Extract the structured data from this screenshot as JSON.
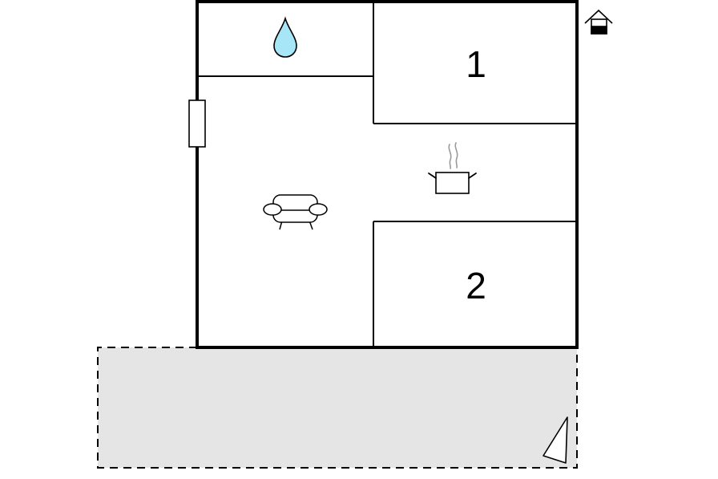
{
  "floor_plan": {
    "rooms": [
      {
        "label": "1",
        "type": "bedroom"
      },
      {
        "label": "2",
        "type": "bedroom"
      }
    ],
    "icons": {
      "bathroom": "water-drop-icon",
      "kitchen": "cooking-pot-icon",
      "living_room": "sofa-icon",
      "entrance": "house-entrance-icon",
      "terrace_view": "viewpoint-icon"
    },
    "terrace": {
      "style": "dashed"
    },
    "colors": {
      "walls": "#000000",
      "water": "#a6e6f7",
      "terrace_fill": "#e5e5e5",
      "steam": "#9a9a9a"
    }
  }
}
